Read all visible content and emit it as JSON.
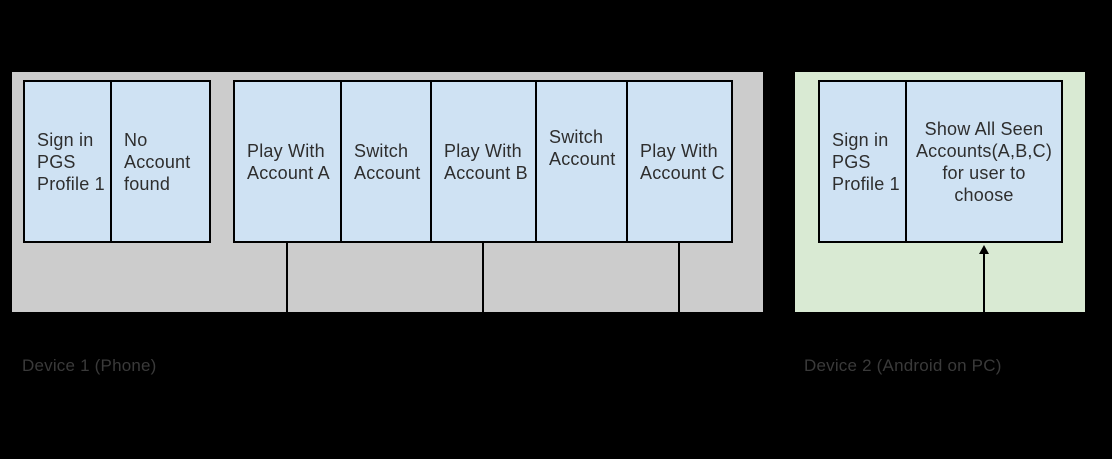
{
  "colors": {
    "background": "#000000",
    "device1_panel": "#cccccc",
    "device2_panel": "#d9ead3",
    "state_box_fill": "#cfe2f3",
    "border": "#000000",
    "text": "#2e2e2e"
  },
  "device1": {
    "label": "Device 1 (Phone)",
    "signin_group": {
      "cells": [
        {
          "text": "Sign in\nPGS\nProfile 1"
        },
        {
          "text": "No\nAccount\nfound"
        }
      ]
    },
    "play_group": {
      "cells": [
        {
          "text": "Play With\nAccount A"
        },
        {
          "text": "Switch\nAccount"
        },
        {
          "text": "Play With\nAccount B"
        },
        {
          "text": "Switch\nAccount"
        },
        {
          "text": "Play With\nAccount C"
        }
      ]
    }
  },
  "device2": {
    "label": "Device 2 (Android on PC)",
    "group": {
      "cells": [
        {
          "text": "Sign in\nPGS\nProfile 1"
        },
        {
          "text": "Show All Seen\nAccounts(A,B,C)\nfor user to\nchoose"
        }
      ]
    }
  }
}
